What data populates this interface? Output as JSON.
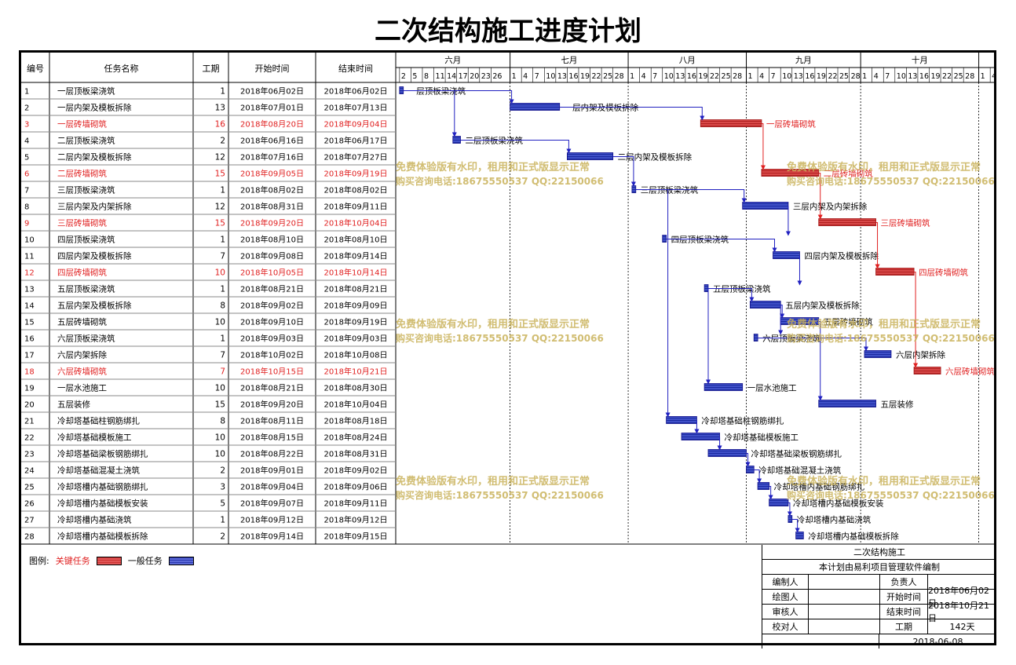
{
  "title": "二次结构施工进度计划",
  "headers": {
    "id": "编号",
    "name": "任务名称",
    "dur": "工期",
    "start": "开始时间",
    "end": "结束时间"
  },
  "months": [
    {
      "label": "六月",
      "days": [
        "2",
        "5",
        "8",
        "11",
        "14",
        "17",
        "20",
        "23",
        "26"
      ]
    },
    {
      "label": "七月",
      "days": [
        "1",
        "4",
        "7",
        "10",
        "13",
        "16",
        "19",
        "22",
        "25",
        "28"
      ]
    },
    {
      "label": "八月",
      "days": [
        "1",
        "4",
        "7",
        "10",
        "13",
        "16",
        "19",
        "22",
        "25",
        "28"
      ]
    },
    {
      "label": "九月",
      "days": [
        "1",
        "4",
        "7",
        "10",
        "13",
        "16",
        "19",
        "22",
        "25",
        "28"
      ]
    },
    {
      "label": "十月",
      "days": [
        "1",
        "4",
        "7",
        "10",
        "13",
        "16",
        "19",
        "22",
        "25",
        "28"
      ]
    },
    {
      "label": "",
      "days": [
        "1",
        "4"
      ]
    }
  ],
  "colors": {
    "critical": "#e02020",
    "normal": "#2020c0",
    "bar_critical": "#d84848",
    "bar_normal": "#4050c8"
  },
  "watermark": {
    "line1": "免费体验版有水印，租用和正式版显示正常",
    "line2": "购买咨询电话:18675550537 QQ:22150066"
  },
  "chart_data": {
    "type": "gantt",
    "title": "二次结构施工进度计划",
    "x_axis": "date",
    "xlim": [
      "2018-06-01",
      "2018-11-05"
    ],
    "tasks": [
      {
        "id": "1",
        "name": "一层顶板梁浇筑",
        "dur": "1",
        "start": "2018年06月02日",
        "end": "2018年06月02日",
        "s": "2018-06-02",
        "e": "2018-06-02",
        "critical": false
      },
      {
        "id": "2",
        "name": "一层内架及模板拆除",
        "dur": "13",
        "start": "2018年07月01日",
        "end": "2018年07月13日",
        "s": "2018-07-01",
        "e": "2018-07-13",
        "critical": false
      },
      {
        "id": "3",
        "name": "一层砖墙砌筑",
        "dur": "16",
        "start": "2018年08月20日",
        "end": "2018年09月04日",
        "s": "2018-08-20",
        "e": "2018-09-04",
        "critical": true
      },
      {
        "id": "4",
        "name": "二层顶板梁浇筑",
        "dur": "2",
        "start": "2018年06月16日",
        "end": "2018年06月17日",
        "s": "2018-06-16",
        "e": "2018-06-17",
        "critical": false
      },
      {
        "id": "5",
        "name": "二层内架及模板拆除",
        "dur": "12",
        "start": "2018年07月16日",
        "end": "2018年07月27日",
        "s": "2018-07-16",
        "e": "2018-07-27",
        "critical": false
      },
      {
        "id": "6",
        "name": "二层砖墙砌筑",
        "dur": "15",
        "start": "2018年09月05日",
        "end": "2018年09月19日",
        "s": "2018-09-05",
        "e": "2018-09-19",
        "critical": true
      },
      {
        "id": "7",
        "name": "三层顶板梁浇筑",
        "dur": "1",
        "start": "2018年08月02日",
        "end": "2018年08月02日",
        "s": "2018-08-02",
        "e": "2018-08-02",
        "critical": false
      },
      {
        "id": "8",
        "name": "三层内架及内架拆除",
        "dur": "12",
        "start": "2018年08月31日",
        "end": "2018年09月11日",
        "s": "2018-08-31",
        "e": "2018-09-11",
        "critical": false
      },
      {
        "id": "9",
        "name": "三层砖墙砌筑",
        "dur": "15",
        "start": "2018年09月20日",
        "end": "2018年10月04日",
        "s": "2018-09-20",
        "e": "2018-10-04",
        "critical": true
      },
      {
        "id": "10",
        "name": "四层顶板梁浇筑",
        "dur": "1",
        "start": "2018年08月10日",
        "end": "2018年08月10日",
        "s": "2018-08-10",
        "e": "2018-08-10",
        "critical": false
      },
      {
        "id": "11",
        "name": "四层内架及模板拆除",
        "dur": "7",
        "start": "2018年09月08日",
        "end": "2018年09月14日",
        "s": "2018-09-08",
        "e": "2018-09-14",
        "critical": false
      },
      {
        "id": "12",
        "name": "四层砖墙砌筑",
        "dur": "10",
        "start": "2018年10月05日",
        "end": "2018年10月14日",
        "s": "2018-10-05",
        "e": "2018-10-14",
        "critical": true
      },
      {
        "id": "13",
        "name": "五层顶板梁浇筑",
        "dur": "1",
        "start": "2018年08月21日",
        "end": "2018年08月21日",
        "s": "2018-08-21",
        "e": "2018-08-21",
        "critical": false
      },
      {
        "id": "14",
        "name": "五层内架及模板拆除",
        "dur": "8",
        "start": "2018年09月02日",
        "end": "2018年09月09日",
        "s": "2018-09-02",
        "e": "2018-09-09",
        "critical": false
      },
      {
        "id": "15",
        "name": "五层砖墙砌筑",
        "dur": "10",
        "start": "2018年09月10日",
        "end": "2018年09月19日",
        "s": "2018-09-10",
        "e": "2018-09-19",
        "critical": false
      },
      {
        "id": "16",
        "name": "六层顶板梁浇筑",
        "dur": "1",
        "start": "2018年09月03日",
        "end": "2018年09月03日",
        "s": "2018-09-03",
        "e": "2018-09-03",
        "critical": false
      },
      {
        "id": "17",
        "name": "六层内架拆除",
        "dur": "7",
        "start": "2018年10月02日",
        "end": "2018年10月08日",
        "s": "2018-10-02",
        "e": "2018-10-08",
        "critical": false
      },
      {
        "id": "18",
        "name": "六层砖墙砌筑",
        "dur": "7",
        "start": "2018年10月15日",
        "end": "2018年10月21日",
        "s": "2018-10-15",
        "e": "2018-10-21",
        "critical": true
      },
      {
        "id": "19",
        "name": "一层水池施工",
        "dur": "10",
        "start": "2018年08月21日",
        "end": "2018年08月30日",
        "s": "2018-08-21",
        "e": "2018-08-30",
        "critical": false
      },
      {
        "id": "20",
        "name": "五层装修",
        "dur": "15",
        "start": "2018年09月20日",
        "end": "2018年10月04日",
        "s": "2018-09-20",
        "e": "2018-10-04",
        "critical": false
      },
      {
        "id": "21",
        "name": "冷却塔基础柱钢筋绑扎",
        "dur": "8",
        "start": "2018年08月11日",
        "end": "2018年08月18日",
        "s": "2018-08-11",
        "e": "2018-08-18",
        "critical": false
      },
      {
        "id": "22",
        "name": "冷却塔基础模板施工",
        "dur": "10",
        "start": "2018年08月15日",
        "end": "2018年08月24日",
        "s": "2018-08-15",
        "e": "2018-08-24",
        "critical": false
      },
      {
        "id": "23",
        "name": "冷却塔基础梁板钢筋绑扎",
        "dur": "10",
        "start": "2018年08月22日",
        "end": "2018年08月31日",
        "s": "2018-08-22",
        "e": "2018-08-31",
        "critical": false
      },
      {
        "id": "24",
        "name": "冷却塔基础混凝土浇筑",
        "dur": "2",
        "start": "2018年09月01日",
        "end": "2018年09月02日",
        "s": "2018-09-01",
        "e": "2018-09-02",
        "critical": false
      },
      {
        "id": "25",
        "name": "冷却塔槽内基础钢筋绑扎",
        "dur": "3",
        "start": "2018年09月04日",
        "end": "2018年09月06日",
        "s": "2018-09-04",
        "e": "2018-09-06",
        "critical": false
      },
      {
        "id": "26",
        "name": "冷却塔槽内基础模板安装",
        "dur": "5",
        "start": "2018年09月07日",
        "end": "2018年09月11日",
        "s": "2018-09-07",
        "e": "2018-09-11",
        "critical": false
      },
      {
        "id": "27",
        "name": "冷却塔槽内基础浇筑",
        "dur": "1",
        "start": "2018年09月12日",
        "end": "2018年09月12日",
        "s": "2018-09-12",
        "e": "2018-09-12",
        "critical": false
      },
      {
        "id": "28",
        "name": "冷却塔槽内基础模板拆除",
        "dur": "2",
        "start": "2018年09月14日",
        "end": "2018年09月15日",
        "s": "2018-09-14",
        "e": "2018-09-15",
        "critical": false
      }
    ],
    "links": [
      [
        1,
        2
      ],
      [
        1,
        4
      ],
      [
        2,
        3
      ],
      [
        4,
        5
      ],
      [
        3,
        6
      ],
      [
        5,
        7
      ],
      [
        7,
        8
      ],
      [
        6,
        9
      ],
      [
        8,
        10
      ],
      [
        10,
        11
      ],
      [
        9,
        12
      ],
      [
        11,
        13
      ],
      [
        13,
        14
      ],
      [
        14,
        15
      ],
      [
        14,
        16
      ],
      [
        16,
        17
      ],
      [
        12,
        18
      ],
      [
        13,
        19
      ],
      [
        15,
        20
      ],
      [
        7,
        21
      ],
      [
        21,
        22
      ],
      [
        22,
        23
      ],
      [
        23,
        24
      ],
      [
        24,
        25
      ],
      [
        25,
        26
      ],
      [
        26,
        27
      ],
      [
        27,
        28
      ]
    ]
  },
  "legend": {
    "label": "图例:",
    "critical": "关键任务",
    "normal": "一般任务"
  },
  "info": {
    "project": "二次结构施工",
    "software": "本计划由易利项目管理软件编制",
    "editor": "编制人",
    "owner": "负责人",
    "drawer": "绘图人",
    "start_label": "开始时间",
    "start": "2018年06月02日",
    "reviewer": "审核人",
    "end_label": "结束时间",
    "end": "2018年10月21日",
    "checker": "校对人",
    "dur_label": "工期",
    "dur": "142天",
    "date": "2018-06-08"
  }
}
